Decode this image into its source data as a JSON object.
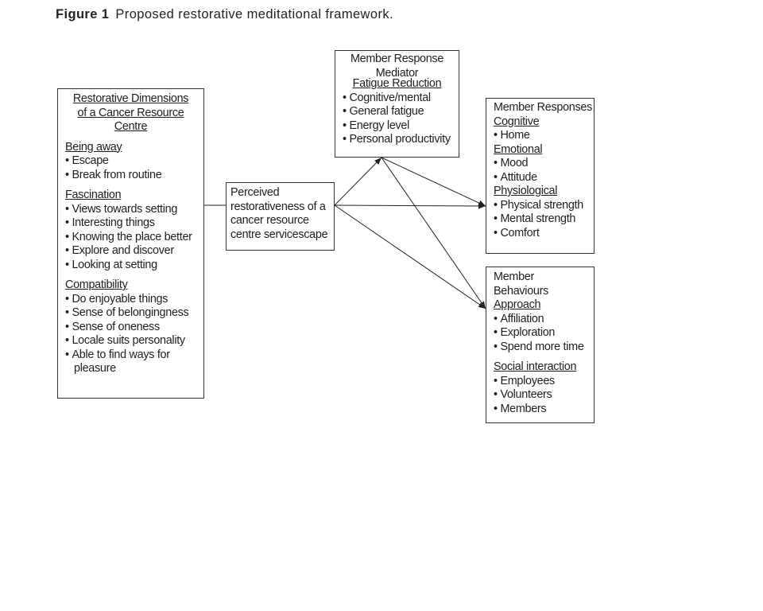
{
  "figure": {
    "label": "Figure 1",
    "title": "Proposed restorative meditational framework."
  },
  "restorative_dimensions": {
    "title_line1": "Restorative Dimensions",
    "title_line2": "of a Cancer Resource",
    "title_line3": "Centre",
    "being_away": {
      "heading": "Being away",
      "items": [
        "Escape",
        "Break from routine"
      ]
    },
    "fascination": {
      "heading": "Fascination",
      "items": [
        "Views towards setting",
        "Interesting things",
        "Knowing the place better",
        "Explore and discover",
        "Looking at setting"
      ]
    },
    "compatibility": {
      "heading": "Compatibility",
      "items": [
        "Do enjoyable things",
        "Sense of belongingness",
        "Sense of oneness",
        "Locale suits personality",
        "Able to find ways for pleasure"
      ]
    }
  },
  "perceived": {
    "line1": "Perceived",
    "line2": "restorativeness of a",
    "line3": "cancer resource",
    "line4": "centre servicescape"
  },
  "mediator": {
    "title_line1": "Member Response",
    "title_line2": "Mediator",
    "subtitle": "Fatigue Reduction",
    "items": [
      "Cognitive/mental",
      "General fatigue",
      "Energy level",
      "Personal productivity"
    ]
  },
  "member_responses": {
    "title": "Member Responses",
    "cognitive": {
      "heading": "Cognitive",
      "items": [
        "Home"
      ]
    },
    "emotional": {
      "heading": "Emotional",
      "items": [
        "Mood",
        "Attitude"
      ]
    },
    "physiological": {
      "heading": "Physiological",
      "items": [
        "Physical strength",
        "Mental strength",
        "Comfort"
      ]
    }
  },
  "member_behaviours": {
    "title_line1": "Member",
    "title_line2": "Behaviours",
    "approach": {
      "heading": "Approach",
      "items": [
        "Affiliation",
        "Exploration",
        "Spend more time"
      ]
    },
    "social": {
      "heading": "Social interaction",
      "items": [
        "Employees",
        "Volunteers",
        "Members"
      ]
    }
  }
}
